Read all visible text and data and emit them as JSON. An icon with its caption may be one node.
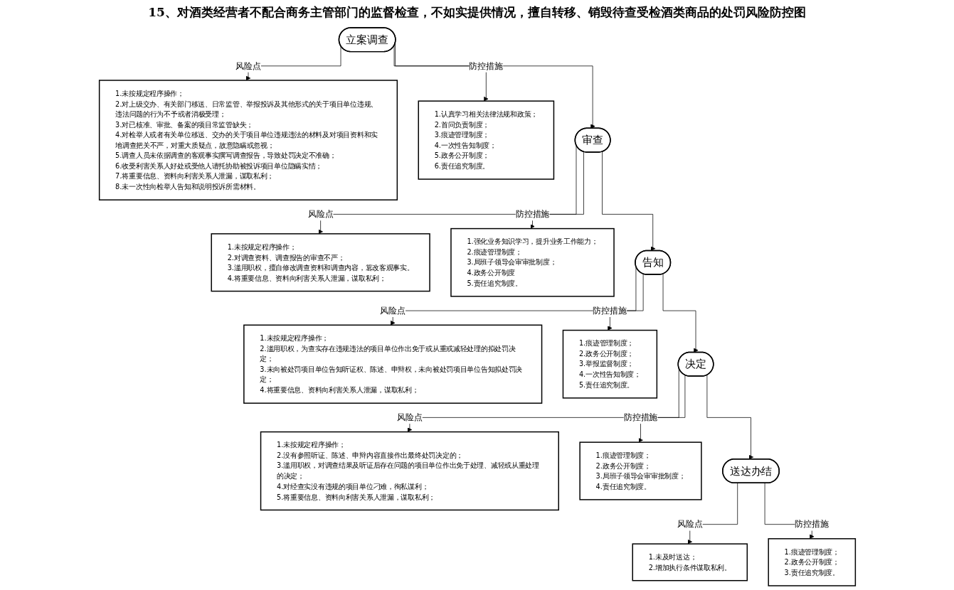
{
  "diagram": {
    "title": "15、对酒类经营者不配合商务主管部门的监督检查，不如实提供情况，擅自转移、销毁待查受检酒类商品的处罚风险防控图",
    "nodes": [
      {
        "text": [
          "1.未按规定程序操作；",
          "2.对上级交办、有关部门移送、日常监管、举报投诉及其他形式的关于项目单位违规、违法问题的行为不予或者消极受理；",
          "3.对已核准、审批、备案的项目常监管缺失；",
          "4.对检举人或者有关单位移送、交办的关于项目单位违规违法的材料及对项目资料和实地调查把关不严，对重大质疑点，故意隐瞒或忽视；",
          "5.调查人员未依据调查的客观事实撰写调查报告，导致处罚决定不准确；",
          "6.收受利害关系人好处或受他人请托协助被投诉项目单位隐瞒实情；",
          "7.将重要信息、资料向利害关系人泄漏，谋取私利；",
          "8.未一次性向检举人告知和说明投诉所需材料。"
        ]
      },
      {
        "text": [
          "立案调查"
        ]
      },
      {
        "text": [
          "1.认真学习相关法律法规和政策；",
          "2.首问负责制度；",
          "3.痕迹管理制度；",
          "4.一次性告知制度；",
          "5.政务公开制度；",
          "6.责任追究制度。"
        ]
      },
      {
        "text": [
          "1.未按规定程序操作；",
          "2.对调查资料、调查报告的审查不严；",
          "3.滥用职权，擅自修改调查资料和调查内容，篡改客观事实。",
          "4.将重要信息、资料向利害关系人泄漏，谋取私利；"
        ]
      },
      {
        "text": [
          "审查"
        ]
      },
      {
        "text": [
          "1.强化业务知识学习，提升业务工作能力；",
          "2.痕迹管理制度；",
          "3.局班子领导会审审批制度；",
          "4.政务公开制度",
          "5.责任追究制度。"
        ]
      },
      {
        "text": [
          "1.未按规定程序操作；",
          "2.滥用职权，为查实存在违规违法的项目单位作出免于或从重或减轻处理的拟处罚决定；",
          "3.未向被处罚项目单位告知听证权、陈述、申辩权，未向被处罚项目单位告知拟处罚决定；",
          "4.将重要信息、资料向利害关系人泄漏，谋取私利；"
        ]
      },
      {
        "text": [
          "告知"
        ]
      },
      {
        "text": [
          "1.痕迹管理制度；",
          "2.政务公开制度；",
          "3.举报监督制度；",
          "4.一次性告知制度；",
          "5.责任追究制度。"
        ]
      },
      {
        "text": [
          "1.未按规定程序操作；",
          "2.没有参照听证、陈述、申辩内容直接作出最终处罚决定的；",
          "3.滥用职权，对调查结果及听证后存在问题的项目单位作出免于处理、减轻或从重处理的决定；",
          "4.对经查实没有违规的项目单位刁难，徇私谋利；",
          "5.将重要信息、资料向利害关系人泄漏，谋取私利；"
        ]
      },
      {
        "text": [
          "决定"
        ]
      },
      {
        "text": [
          "1.痕迹管理制度；",
          "2.政务公开制度；",
          "3.局班子领导会审审批制度；",
          "4.责任追究制度。"
        ]
      },
      {
        "text": [
          "1.未及时送达；",
          "2.增加执行条件谋取私利。"
        ]
      },
      {
        "text": [
          "送达办结"
        ]
      },
      {
        "text": [
          "1.痕迹管理制度；",
          "2.政务公开制度；",
          "3.责任追究制度。"
        ]
      }
    ],
    "edges": [
      {
        "from": 1,
        "to": 0,
        "arrow": "to",
        "label": "风险点"
      },
      {
        "from": 1,
        "to": 2,
        "arrow": "to",
        "label": "防控措施"
      },
      {
        "from": 1,
        "to": 4,
        "arrow": "to"
      },
      {
        "from": 4,
        "to": 3,
        "arrow": "to",
        "label": "风险点"
      },
      {
        "from": 4,
        "to": 5,
        "arrow": "to",
        "label": "防控措施"
      },
      {
        "from": 4,
        "to": 7,
        "arrow": "to"
      },
      {
        "from": 7,
        "to": 6,
        "arrow": "to",
        "label": "风险点"
      },
      {
        "from": 7,
        "to": 8,
        "arrow": "to",
        "label": "防控措施"
      },
      {
        "from": 7,
        "to": 10,
        "arrow": "to"
      },
      {
        "from": 10,
        "to": 9,
        "arrow": "to",
        "label": "风险点"
      },
      {
        "from": 10,
        "to": 11,
        "arrow": "to",
        "label": "防控措施"
      },
      {
        "from": 10,
        "to": 13,
        "arrow": "to"
      },
      {
        "from": 13,
        "to": 12,
        "arrow": "to",
        "label": "风险点"
      },
      {
        "from": 13,
        "to": 14,
        "arrow": "to",
        "label": "防控措施"
      }
    ]
  }
}
